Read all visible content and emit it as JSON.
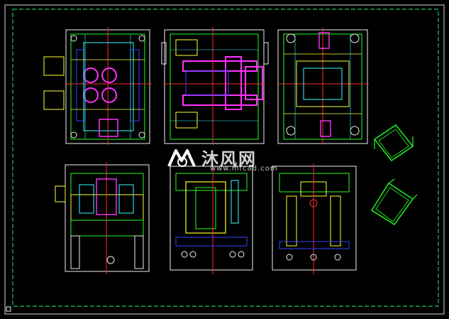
{
  "drawing": {
    "background": "#000000",
    "frame_color": "#22c55e",
    "frame_dash_color": "#e5e7eb",
    "colors": {
      "green": "#22ff22",
      "yellow": "#ffff33",
      "red": "#ff2a2a",
      "magenta": "#ff33ff",
      "cyan": "#33ffff",
      "blue": "#3344ff",
      "white": "#f0f0f0"
    },
    "views": [
      {
        "name": "top-view-left"
      },
      {
        "name": "top-view-center"
      },
      {
        "name": "top-view-right"
      },
      {
        "name": "section-view-left"
      },
      {
        "name": "section-view-center"
      },
      {
        "name": "section-view-right"
      },
      {
        "name": "product-iso-upper"
      },
      {
        "name": "product-iso-lower"
      }
    ]
  },
  "watermark": {
    "brand_text": "沐风网",
    "url_text": "www.mfcad.com",
    "logo_icon": "mf-logo-icon"
  }
}
